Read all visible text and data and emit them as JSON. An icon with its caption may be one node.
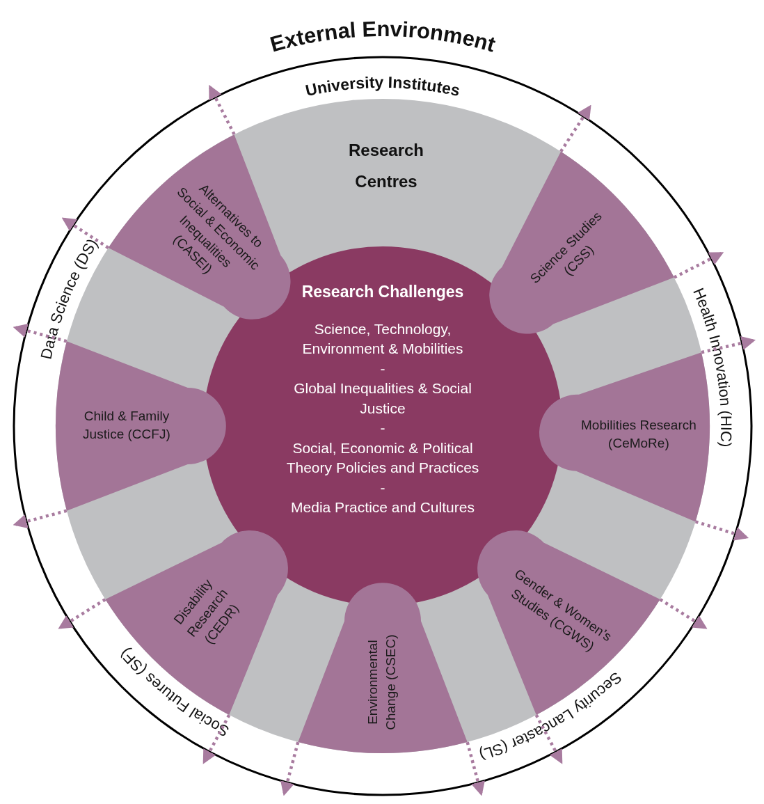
{
  "diagram": {
    "title": "External Environment",
    "nodes": [
      {
        "text": [
          "University Institutes",
          "Health Innovation (HIC)",
          "Security Lancaster (SL)",
          "Social Futures (SF)",
          "Data Science (DS)"
        ]
      },
      {
        "text": [
          "Research Centres"
        ],
        "in": 0
      },
      {
        "text": [
          "Research Challenges",
          "Science, Technology, Environment & Mobilities",
          "-",
          "Global Inequalities & Social Justice",
          "-",
          "Social, Economic & Political Theory Policies and Practices",
          "-",
          "Media Practice and Cultures"
        ],
        "in": 1
      },
      {
        "text": [
          "Alternatives to Social & Economic Inequalities (CASEI)"
        ],
        "in": 1
      },
      {
        "text": [
          "Science Studies (CSS)"
        ],
        "in": 1
      },
      {
        "text": [
          "Mobilities Research (CeMoRe)"
        ],
        "in": 1
      },
      {
        "text": [
          "Gender & Women’s Studies (CGWS)"
        ],
        "in": 1
      },
      {
        "text": [
          "Environmental Change (CSEC)"
        ],
        "in": 1
      },
      {
        "text": [
          "Disability Research (CEDR)"
        ],
        "in": 1
      },
      {
        "text": [
          "Child & Family Justice (CCFJ)"
        ],
        "in": 1
      }
    ],
    "edges": [
      {
        "from": 3,
        "to": null,
        "arrow": "to",
        "style": "dashed",
        "color": "#a87b9f"
      },
      {
        "from": 3,
        "to": null,
        "arrow": "to",
        "style": "dashed",
        "color": "#a87b9f"
      },
      {
        "from": 4,
        "to": null,
        "arrow": "to",
        "style": "dashed",
        "color": "#a87b9f"
      },
      {
        "from": 4,
        "to": null,
        "arrow": "to",
        "style": "dashed",
        "color": "#a87b9f"
      },
      {
        "from": 5,
        "to": null,
        "arrow": "to",
        "style": "dashed",
        "color": "#a87b9f"
      },
      {
        "from": 5,
        "to": null,
        "arrow": "to",
        "style": "dashed",
        "color": "#a87b9f"
      },
      {
        "from": 6,
        "to": null,
        "arrow": "to",
        "style": "dashed",
        "color": "#a87b9f"
      },
      {
        "from": 6,
        "to": null,
        "arrow": "to",
        "style": "dashed",
        "color": "#a87b9f"
      },
      {
        "from": 7,
        "to": null,
        "arrow": "to",
        "style": "dashed",
        "color": "#a87b9f"
      },
      {
        "from": 7,
        "to": null,
        "arrow": "to",
        "style": "dashed",
        "color": "#a87b9f"
      },
      {
        "from": 8,
        "to": null,
        "arrow": "to",
        "style": "dashed",
        "color": "#a87b9f"
      },
      {
        "from": 8,
        "to": null,
        "arrow": "to",
        "style": "dashed",
        "color": "#a87b9f"
      },
      {
        "from": 9,
        "to": null,
        "arrow": "to",
        "style": "dashed",
        "color": "#a87b9f"
      },
      {
        "from": 9,
        "to": null,
        "arrow": "to",
        "style": "dashed",
        "color": "#a87b9f"
      }
    ]
  }
}
